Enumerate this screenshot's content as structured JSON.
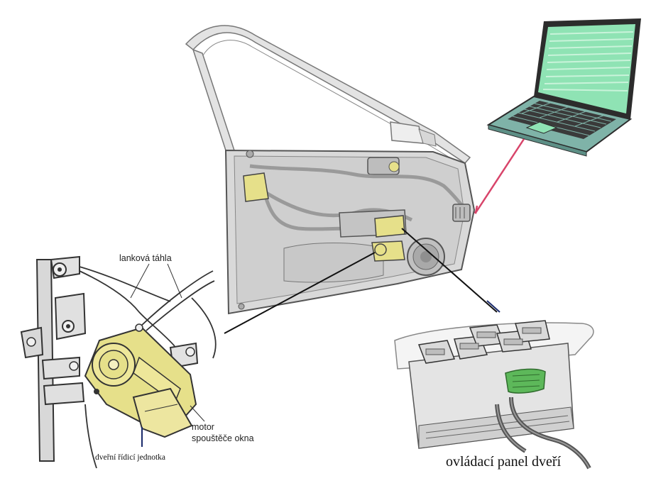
{
  "labels": {
    "cable_rods": "lanková táhla",
    "motor_line1": "motor",
    "motor_line2": "spouštěče okna",
    "door_control_unit": "dveřní řídicí jednotka",
    "door_control_panel": "ovládací panel dveří"
  },
  "colors": {
    "module_yellow": "#e6e08a",
    "connector_green": "#5db85a",
    "diagnostic_cable": "#d8446a",
    "laptop_screen": "#8fe3b4",
    "laptop_body": "#7fb3a8",
    "door_panel": "#d9d9d9",
    "leader_line": "#111111"
  },
  "icons": [
    "laptop-icon",
    "door-icon",
    "window-regulator-icon",
    "control-panel-icon"
  ]
}
